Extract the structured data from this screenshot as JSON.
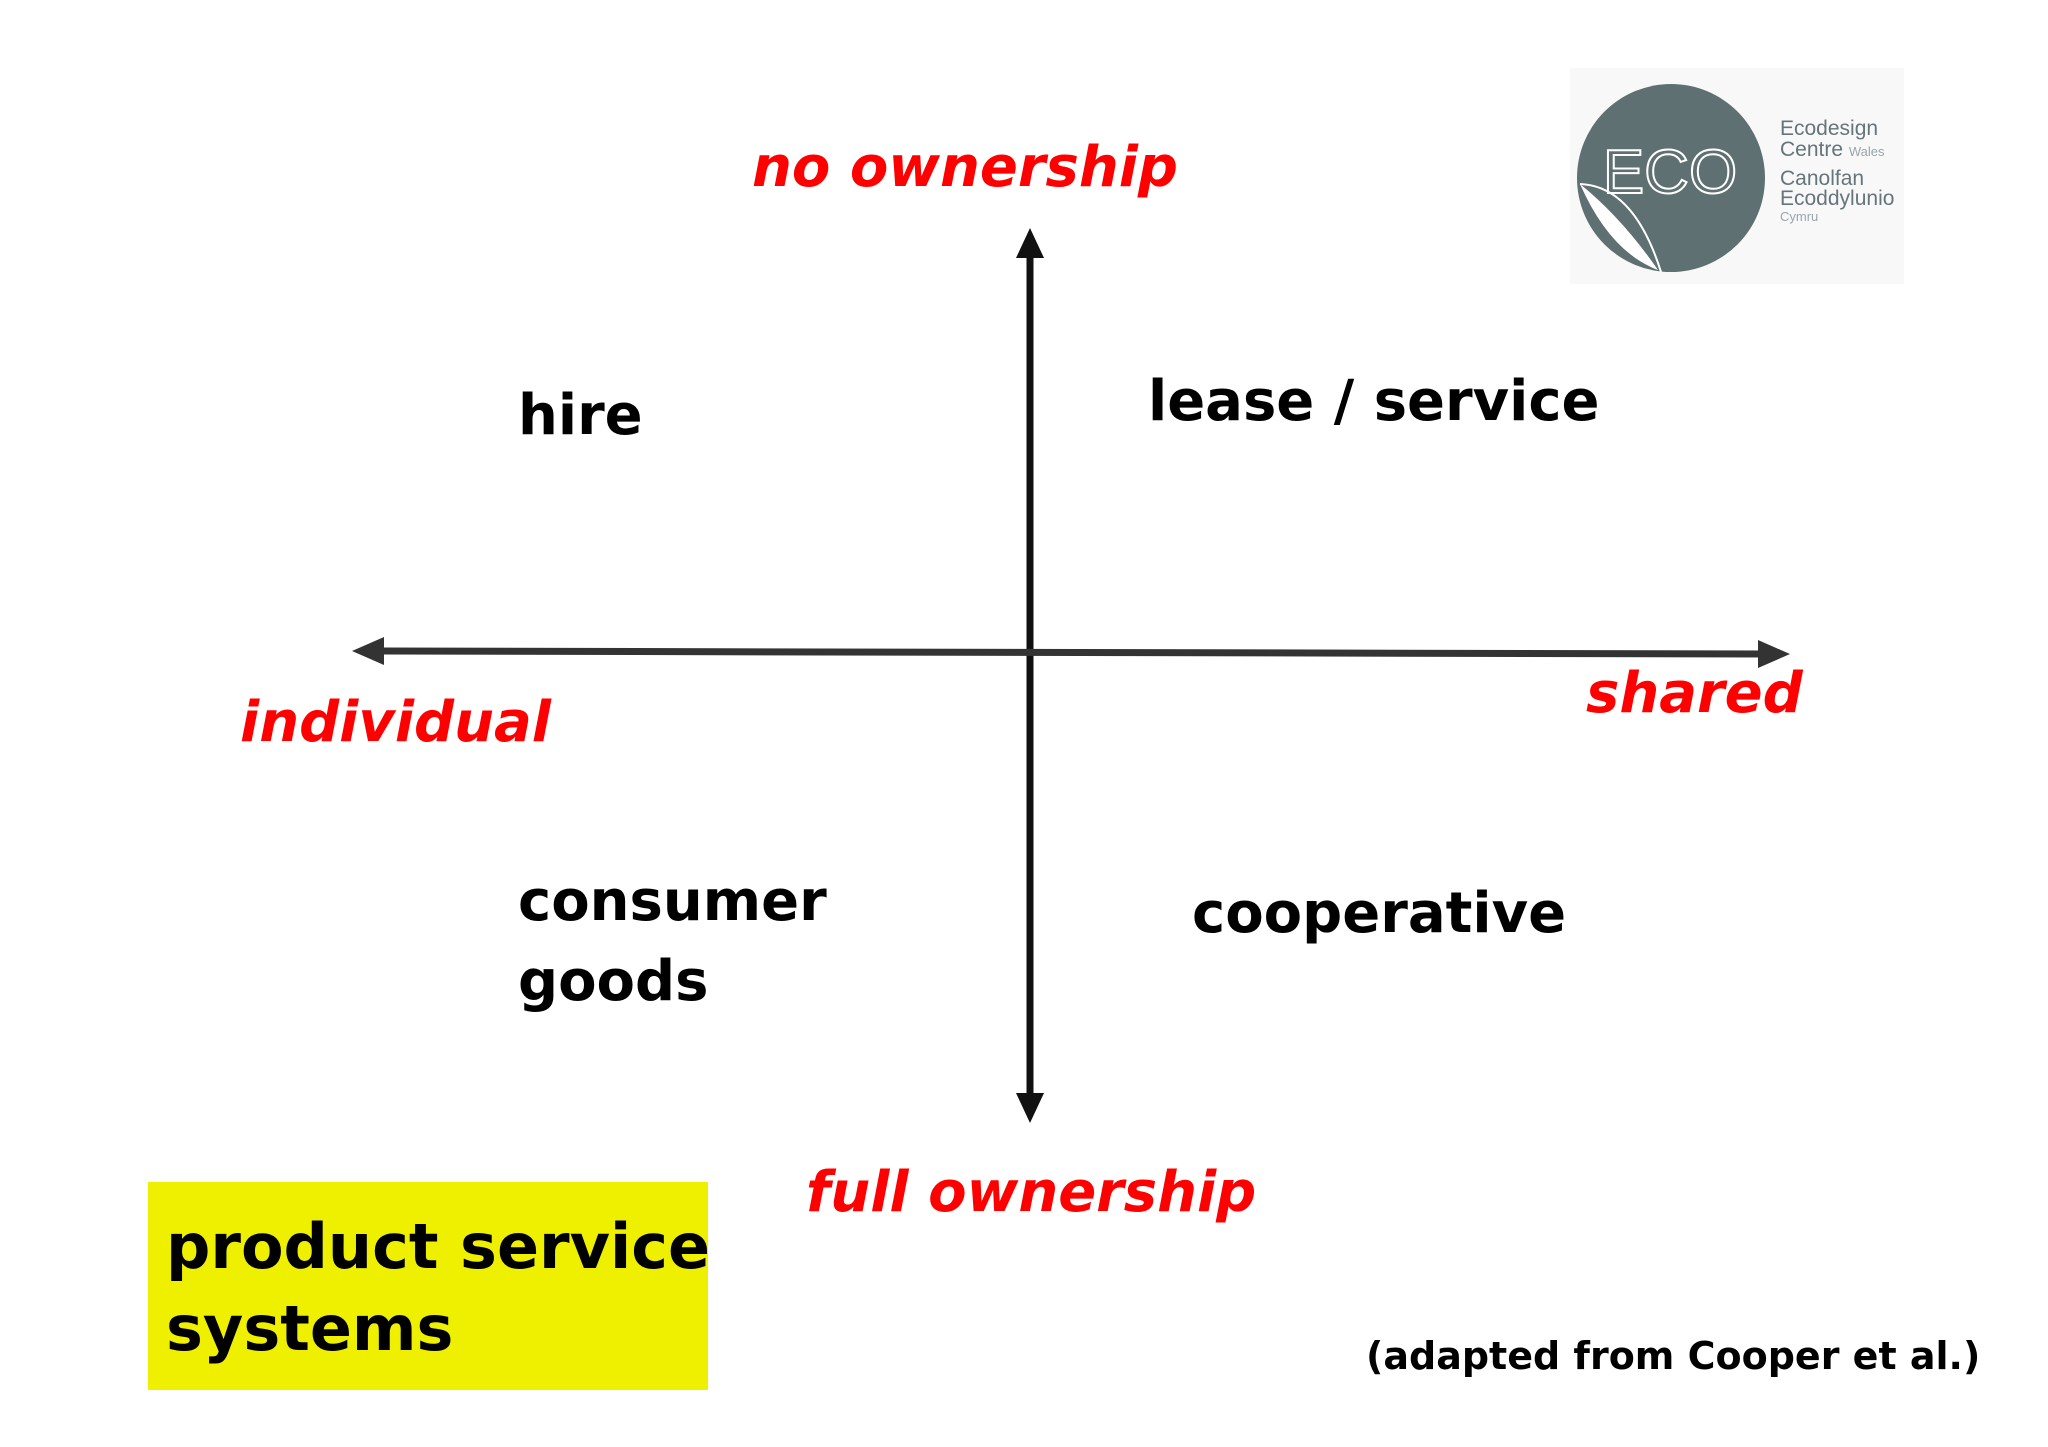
{
  "axes": {
    "top_label": "no ownership",
    "bottom_label": "full ownership",
    "left_label": "individual",
    "right_label": "shared",
    "label_color": "#ff0000",
    "line_color": "#111111"
  },
  "quadrants": {
    "top_left": [
      "hire"
    ],
    "top_right": [
      "lease / service"
    ],
    "bottom_left": [
      "consumer",
      "goods"
    ],
    "bottom_right": [
      "cooperative"
    ]
  },
  "title_box": {
    "lines": [
      "product service",
      "systems"
    ],
    "background": "#eef000"
  },
  "credit": "(adapted from Cooper et al.)",
  "logo": {
    "mark": "ECO",
    "line1": "Ecodesign",
    "line2": "Centre",
    "line2_small": "Wales",
    "line3": "Canolfan",
    "line4": "Ecoddylunio",
    "line5": "Cymru",
    "circle_color": "#5f7072"
  }
}
